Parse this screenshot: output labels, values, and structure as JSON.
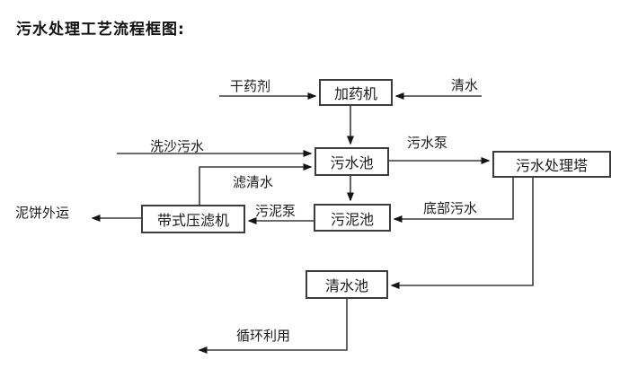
{
  "title": "污水处理工艺流程框图:",
  "colors": {
    "background": "#ffffff",
    "line": "#3c3c3c",
    "text": "#1a1a1a"
  },
  "nodes": {
    "dosing_machine": {
      "label": "加药机"
    },
    "sewage_pool": {
      "label": "污水池"
    },
    "sewage_treatment_tower": {
      "label": "污水处理塔"
    },
    "sludge_pool": {
      "label": "污泥池"
    },
    "belt_filter_press": {
      "label": "带式压滤机"
    },
    "clean_water_pool": {
      "label": "清水池"
    }
  },
  "edge_labels": {
    "dry_chemical": "干药剂",
    "clean_water": "清水",
    "sand_washing_sewage": "洗沙污水",
    "filtered_water": "滤清水",
    "sewage_pump": "污水泵",
    "bottom_sewage": "底部污水",
    "sludge_pump": "污泥泵",
    "mud_cake_out": "泥饼外运",
    "recycle_use": "循环利用"
  }
}
